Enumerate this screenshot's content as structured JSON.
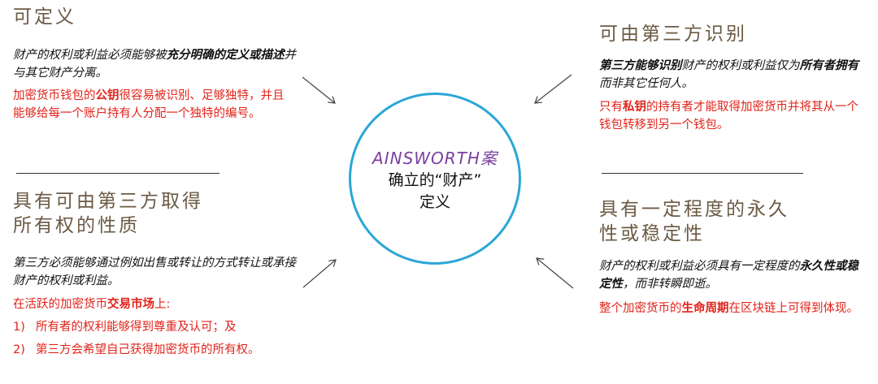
{
  "center": {
    "title": "AINSWORTH案",
    "subtitle_1": "确立的“财产”",
    "subtitle_2": "定义"
  },
  "top_left": {
    "heading": "可定义",
    "desc": {
      "a": "财产的权利或利益必须能够被",
      "b": "充分明确的定义或描述",
      "c": "并与其它财产分离。"
    },
    "note": {
      "a": "加密货币钱包的",
      "b": "公钥",
      "c": "很容易被识别、足够独特，并且能够给每一个账户持有人分配一个独特的编号。"
    }
  },
  "top_right": {
    "heading": "可由第三方识别",
    "desc": {
      "a": "第三方能够识别",
      "b": "财产的权利或利益仅为",
      "c": "所有者拥有",
      "d": "而非其它任何人。"
    },
    "note": {
      "a": "只有",
      "b": "私钥",
      "c": "的持有者才能取得加密货币并将其从一个钱包转移到另一个钱包。"
    }
  },
  "bottom_left": {
    "heading": "具有可由第三方取得\n所有权的性质",
    "desc": "第三方必须能够通过例如出售或转让的方式转让或承接财产的权利或利益。",
    "note": {
      "a": "在活跃的加密货币",
      "b": "交易市场",
      "c": "上:"
    },
    "items": [
      {
        "num": "1)",
        "text": "所有者的权利能够得到尊重及认可；及"
      },
      {
        "num": "2)",
        "text": "第三方会希望自己获得加密货币的所有权。"
      }
    ]
  },
  "bottom_right": {
    "heading": "具有一定程度的永久\n性或稳定性",
    "desc": {
      "a": "财产的权利或利益必须具有一定程度的",
      "b": "永久性或稳定性",
      "c": "，而非转瞬即逝。"
    },
    "note": {
      "a": "整个加密货币的",
      "b": "生命周期",
      "c": "在区块链上可得到体现。"
    }
  },
  "colors": {
    "heading": "#6b5a44",
    "red": "#e2231a",
    "circle": "#2aa7d6",
    "center_title": "#7a3fa0"
  }
}
